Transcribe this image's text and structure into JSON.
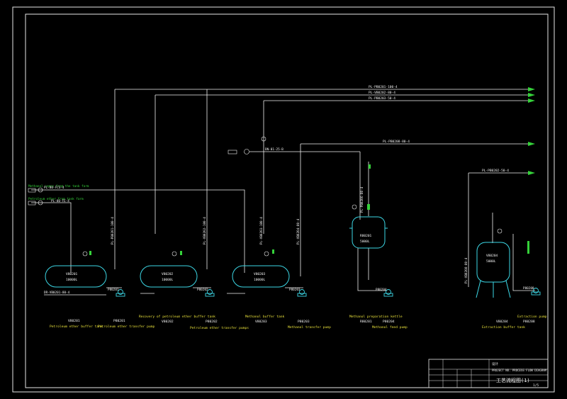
{
  "colors": {
    "background": "#000000",
    "frame": "#e6e6e6",
    "process_line": "#f0f0f0",
    "vessel": "#3cd8e6",
    "instrument": "#35d23a",
    "label_text": "#e8e03a",
    "tag_text": "#f2f2f2"
  },
  "header_lines": {
    "line1": "PL-PB0201-100-4",
    "line2": "PL-VB0202-80-4",
    "line3": "PL-PB0203-50-4",
    "line4": "PL-PB0208-80-4",
    "line5": "PL-PB0202-50-4"
  },
  "inlets": {
    "methanol_label": "Methanol comes from the tank farm",
    "methanol_line": "PL-80-FCS-4",
    "pe_label": "Petroleum ether from tank farm",
    "pe_line": "PL-80-FE-4",
    "nitrogen_line": "DN-01-25-B"
  },
  "vessels": {
    "v1": {
      "id": "V80201",
      "volume": "10000L",
      "drain": "DR-VB0201-80-4"
    },
    "v2": {
      "id": "V80202",
      "volume": "10000L"
    },
    "v3": {
      "id": "V80203",
      "volume": "10000L"
    },
    "r1": {
      "id": "R80201",
      "volume": "5000L"
    },
    "v4": {
      "id": "V80204",
      "volume": "5000L"
    }
  },
  "vertical_tags": {
    "t1": "PL-PB0201-100-4",
    "t2": "PL-VB0202-100-4",
    "t3": "PL-VB0203-100-4",
    "t4": "PL-VB0204-80-4",
    "t5": "PL-PB0206-80-4",
    "t6": "PL-VB0208-80-4"
  },
  "equipment_labels": {
    "e1_id": "V80201",
    "e1_name": "Petroleum ether buffer tank",
    "e2_id": "P80201",
    "e2_name": "Petroleum ether transfer pump",
    "e3_id": "V80202",
    "e3_name": "Recovery of petroleum ether buffer tank",
    "e4_id": "P80202",
    "e4_name": "Petroleum ether transfer pumps",
    "e5_id": "V80203",
    "e5_name": "Methanol buffer tank",
    "e6_id": "P80203",
    "e6_name": "Methanol transfer pump",
    "e7_id": "R80201",
    "e7_name": "Methanol preparation kettle",
    "e8_id": "P80204",
    "e8_name": "Methanol feed pump",
    "e9_id": "V80204",
    "e9_name": "Extraction buffer tank",
    "e10_id": "P80208",
    "e10_name": "Extraction pump"
  },
  "pump_tags": {
    "p1": "P80201",
    "p2": "P80202",
    "p3": "P80203",
    "p4": "P80204",
    "p5": "P80208"
  },
  "title_block": {
    "title": "工艺流程图(1)",
    "rev_label": "设计",
    "project": "PROJECT NO. PROCESS FLOW DIAGRAM",
    "sheet": "1/5"
  }
}
